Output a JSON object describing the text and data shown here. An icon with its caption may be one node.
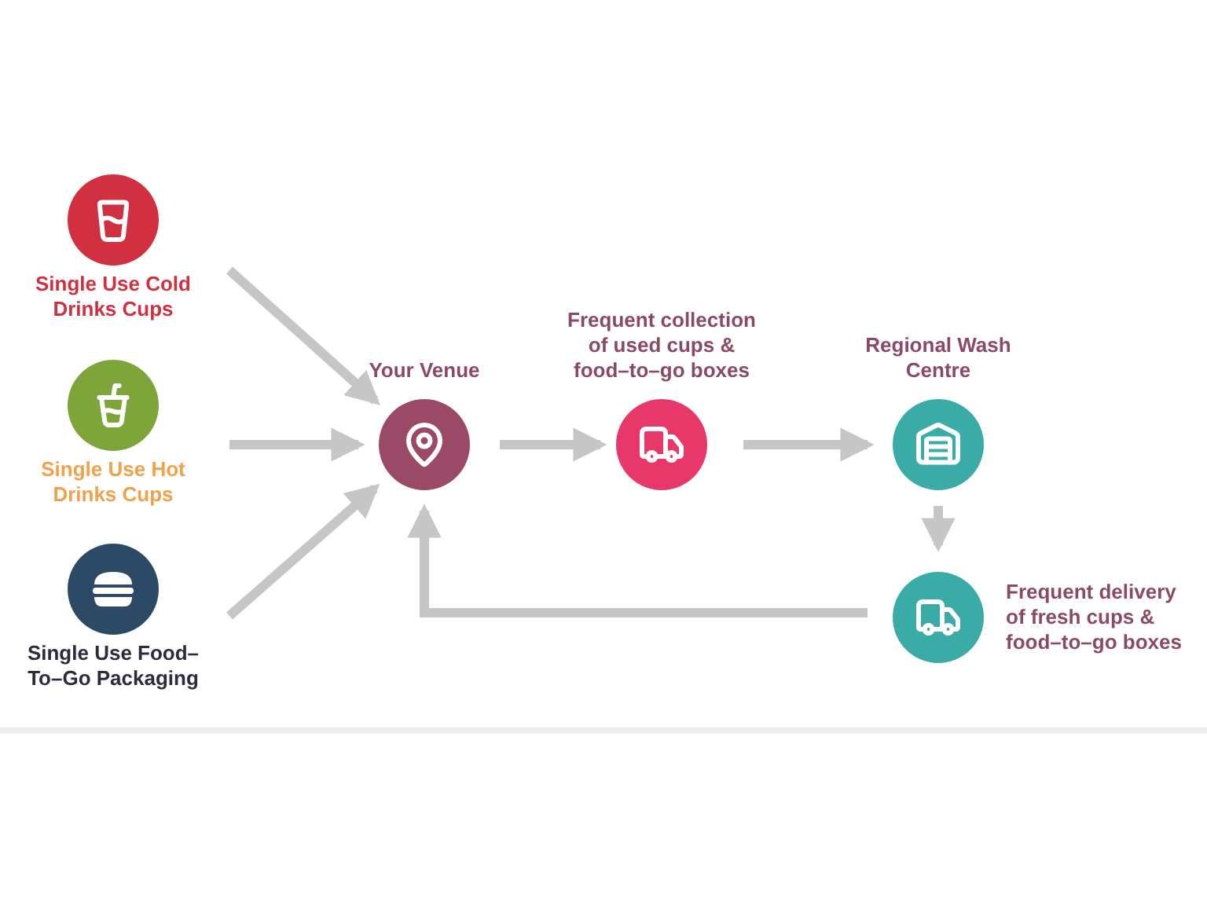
{
  "diagram": {
    "nodes": [
      {
        "text": [
          "Single Use Cold Drinks Cups"
        ]
      },
      {
        "text": [
          "Single Use Hot Drinks Cups"
        ]
      },
      {
        "text": [
          "Single Use Food–To–Go Packaging"
        ]
      },
      {
        "text": [
          "Your Venue"
        ]
      },
      {
        "text": [
          "Frequent collection of used cups & food–to–go boxes"
        ]
      },
      {
        "text": [
          "Regional Wash Centre"
        ]
      },
      {
        "text": [
          "Frequent delivery of fresh cups & food–to–go boxes"
        ]
      }
    ],
    "edges": [
      {
        "from": 0,
        "to": 3,
        "arrow": "to"
      },
      {
        "from": 1,
        "to": 3,
        "arrow": "to"
      },
      {
        "from": 2,
        "to": 3,
        "arrow": "to"
      },
      {
        "from": 3,
        "to": 4,
        "arrow": "to"
      },
      {
        "from": 4,
        "to": 5,
        "arrow": "to"
      },
      {
        "from": 5,
        "to": 6,
        "arrow": "to"
      },
      {
        "from": 6,
        "to": 3,
        "arrow": "to"
      }
    ]
  }
}
